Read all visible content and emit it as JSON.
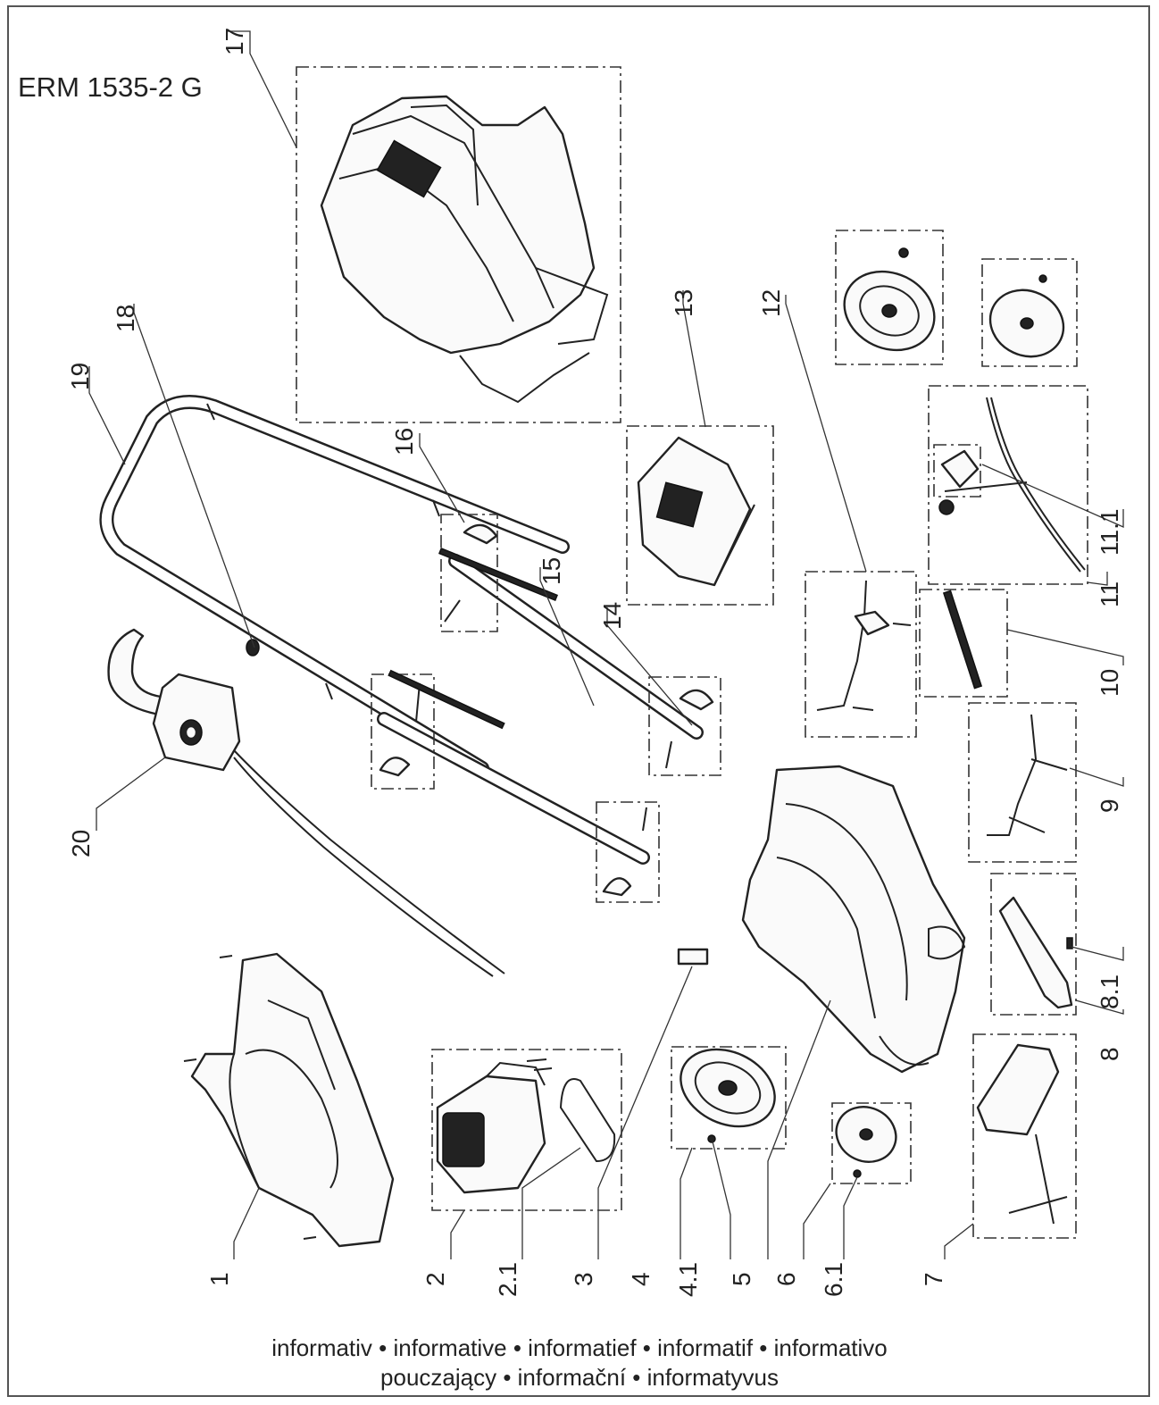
{
  "model": "ERM 1535-2 G",
  "footer_line1": "informativ • informative • informatief • informatif • informativo",
  "footer_line2": "pouczający • informační • informatyvus",
  "callouts": {
    "p1": "1",
    "p2": "2",
    "p2_1": "2.1",
    "p3": "3",
    "p4": "4",
    "p4_1": "4.1",
    "p5": "5",
    "p6": "6",
    "p6_1": "6.1",
    "p7": "7",
    "p8": "8",
    "p8_1": "8.1",
    "p9": "9",
    "p10": "10",
    "p11": "11",
    "p11_1": "11.1",
    "p12": "12",
    "p13": "13",
    "p14": "14",
    "p15": "15",
    "p16": "16",
    "p17": "17",
    "p18": "18",
    "p19": "19",
    "p20": "20"
  }
}
